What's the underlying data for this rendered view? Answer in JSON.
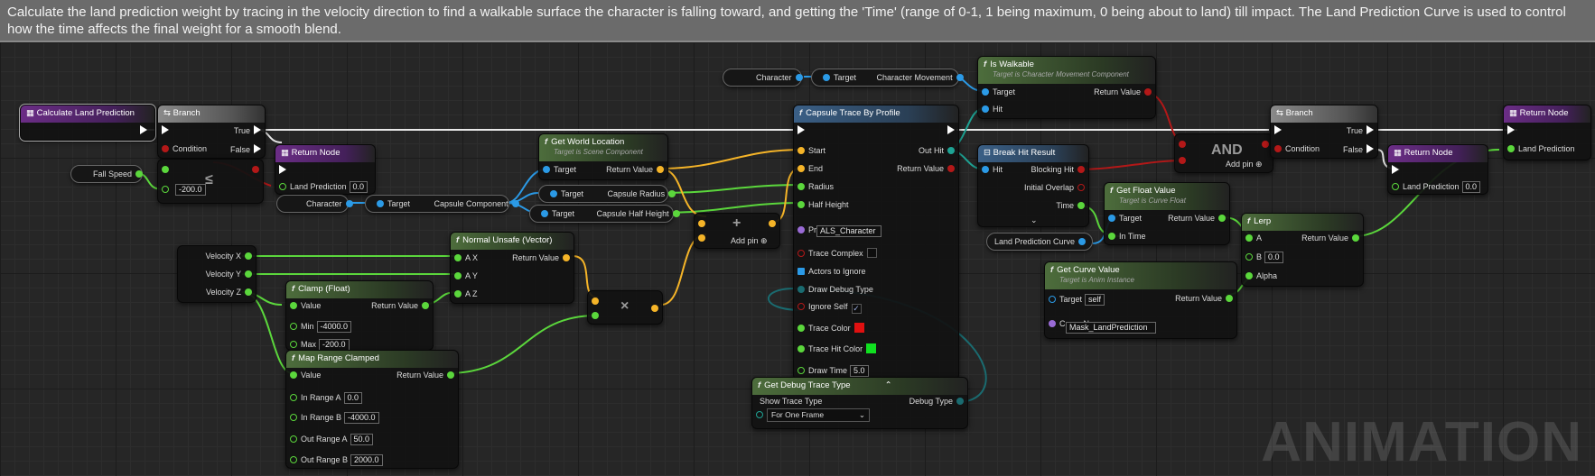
{
  "comment": "Calculate the land prediction weight by tracing in the velocity direction to find a walkable surface the character is falling toward, and getting the 'Time' (range of 0-1, 1 being maximum, 0 being about to land) till impact. The Land Prediction Curve is used to control how the time affects the final weight for a smooth blend.",
  "watermark": "ANIMATION",
  "nodes": {
    "calc": {
      "title": "Calculate Land Prediction"
    },
    "branch1": {
      "title": "Branch",
      "true": "True",
      "false": "False",
      "condition": "Condition"
    },
    "ret1": {
      "title": "Return Node",
      "pin": "Land Prediction",
      "value": "0.0"
    },
    "fallspeed": {
      "label": "Fall Speed"
    },
    "compare": {
      "value": "-200.0"
    },
    "character": {
      "label": "Character"
    },
    "cap_comp": {
      "target": "Target",
      "out": "Capsule Component"
    },
    "getloc": {
      "title": "Get World Location",
      "sub": "Target is Scene Component",
      "target": "Target",
      "ret": "Return Value"
    },
    "radius": {
      "target": "Target",
      "out": "Capsule Radius"
    },
    "halfheight": {
      "target": "Target",
      "out": "Capsule Half Height"
    },
    "vel": {
      "x": "Velocity X",
      "y": "Velocity Y",
      "z": "Velocity Z"
    },
    "normal": {
      "title": "Normal Unsafe (Vector)",
      "ax": "A X",
      "ay": "A Y",
      "az": "A Z",
      "ret": "Return Value"
    },
    "clamp": {
      "title": "Clamp (Float)",
      "value": "Value",
      "ret": "Return Value",
      "min": "Min",
      "min_val": "-4000.0",
      "max": "Max",
      "max_val": "-200.0"
    },
    "maprange": {
      "title": "Map Range Clamped",
      "value": "Value",
      "ret": "Return Value",
      "ina": "In Range A",
      "ina_val": "0.0",
      "inb": "In Range B",
      "inb_val": "-4000.0",
      "outa": "Out Range A",
      "outa_val": "50.0",
      "outb": "Out Range B",
      "outb_val": "2000.0"
    },
    "multiply": {
      "symbol": "×"
    },
    "add": {
      "symbol": "+",
      "addpin": "Add pin"
    },
    "trace": {
      "title": "Capsule Trace By Profile",
      "start": "Start",
      "end": "End",
      "radius": "Radius",
      "half": "Half Height",
      "profile": "Profile Name",
      "profile_val": "ALS_Character",
      "complex": "Trace Complex",
      "ignore": "Actors to Ignore",
      "debug": "Draw Debug Type",
      "ignoreself": "Ignore Self",
      "tracecolor": "Trace Color",
      "hitcolor": "Trace Hit Color",
      "drawtime": "Draw Time",
      "drawtime_val": "5.0",
      "outhit": "Out Hit",
      "ret": "Return Value"
    },
    "debugtype": {
      "title": "Get Debug Trace Type",
      "show": "Show Trace Type",
      "out": "Debug Type",
      "option": "For One Frame"
    },
    "charvar": {
      "label": "Character"
    },
    "charmove": {
      "target": "Target",
      "out": "Character Movement"
    },
    "walkable": {
      "title": "Is Walkable",
      "sub": "Target is Character Movement Component",
      "target": "Target",
      "hit": "Hit",
      "ret": "Return Value"
    },
    "breakhit": {
      "title": "Break Hit Result",
      "hit": "Hit",
      "blocking": "Blocking Hit",
      "overlap": "Initial Overlap",
      "time": "Time"
    },
    "and": {
      "label": "AND",
      "addpin": "Add pin"
    },
    "branch2": {
      "title": "Branch",
      "true": "True",
      "false": "False",
      "condition": "Condition"
    },
    "ret2": {
      "title": "Return Node",
      "pin": "Land Prediction",
      "value": "0.0"
    },
    "ret3": {
      "title": "Return Node",
      "pin": "Land Prediction"
    },
    "curvevar": {
      "label": "Land Prediction Curve"
    },
    "getfloat": {
      "title": "Get Float Value",
      "sub": "Target is Curve Float",
      "target": "Target",
      "intime": "In Time",
      "ret": "Return Value"
    },
    "getcurve": {
      "title": "Get Curve Value",
      "sub": "Target is Anim Instance",
      "target": "Target",
      "self": "self",
      "curvename": "Curve Name",
      "curvename_val": "Mask_LandPrediction",
      "ret": "Return Value"
    },
    "lerp": {
      "title": "Lerp",
      "a": "A",
      "b": "B",
      "b_val": "0.0",
      "alpha": "Alpha",
      "ret": "Return Value"
    }
  },
  "colors": {
    "exec": "#ffffff",
    "float": "#5bd73c",
    "object": "#2b9ae6",
    "vector": "#f5b428",
    "bool": "#b31818",
    "struct": "#1ea394",
    "trace_color": "#e01010",
    "hit_color": "#10e020"
  }
}
